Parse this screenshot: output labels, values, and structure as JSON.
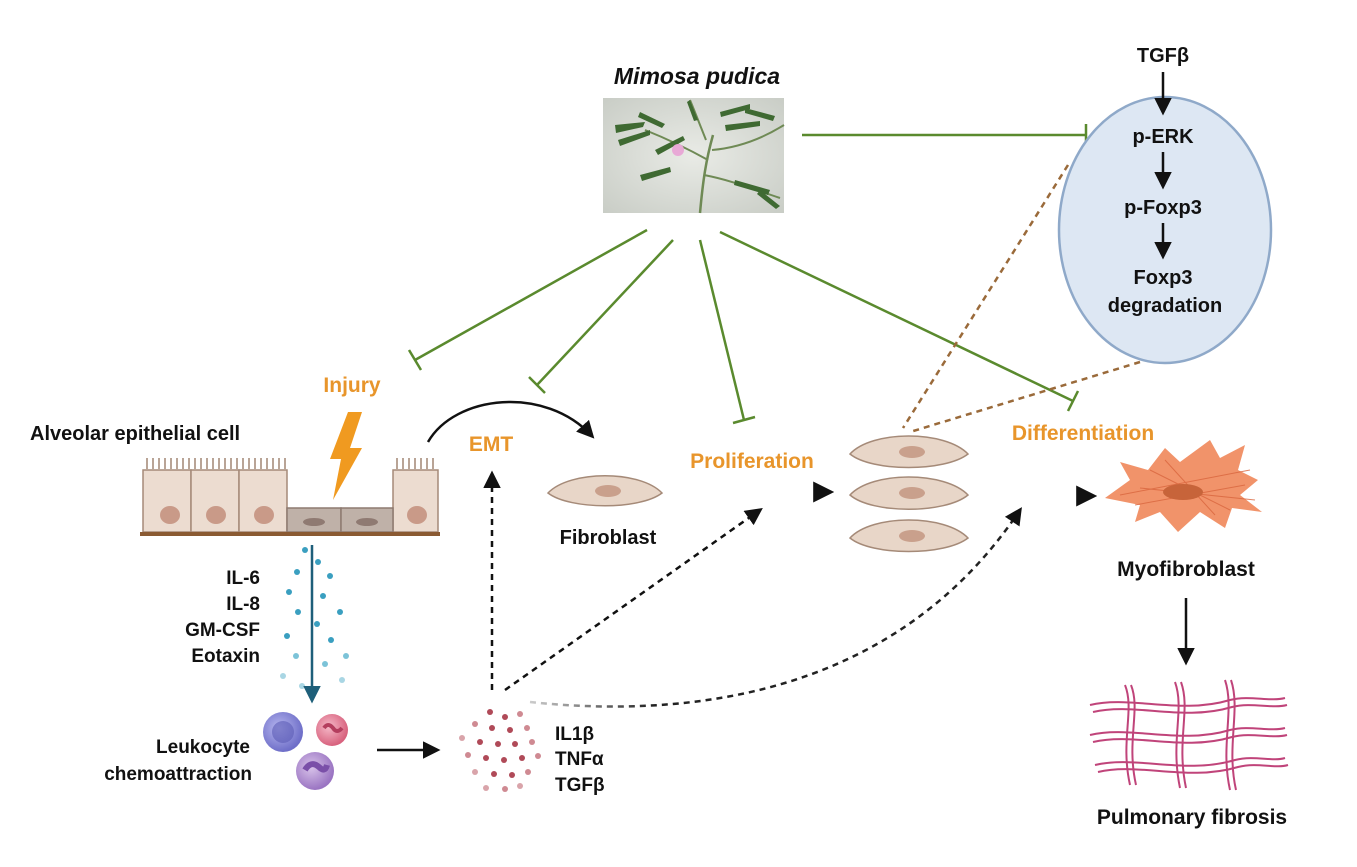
{
  "colors": {
    "inhibit_green": "#5a8a2e",
    "process_orange": "#e8952b",
    "ellipse_fill": "#dde7f3",
    "ellipse_stroke": "#8fa9c9",
    "cell_fill": "#e8d6c8",
    "cell_stroke": "#a58a78",
    "nucleus": "#c9a08c",
    "myofibroblast": "#f0875a",
    "brown_dotted": "#9a6a3a",
    "mesh": "#c0447a",
    "cytokine_blue": "#3a9fc0",
    "cytokine_red": "#b04a58"
  },
  "plant": {
    "title": "Mimosa pudica",
    "image_icon": "mimosa-plant-photo"
  },
  "pathway": {
    "input": "TGFβ",
    "step1": "p-ERK",
    "step2": "p-Foxp3",
    "step3_line1": "Foxp3",
    "step3_line2": "degradation"
  },
  "labels": {
    "alveolar": "Alveolar epithelial cell",
    "injury": "Injury",
    "emt": "EMT",
    "fibroblast": "Fibroblast",
    "proliferation": "Proliferation",
    "differentiation": "Differentiation",
    "myofibroblast": "Myofibroblast",
    "pulmonary_fibrosis": "Pulmonary fibrosis",
    "leukocyte_line1": "Leukocyte",
    "leukocyte_line2": "chemoattraction"
  },
  "cytokines_epithelial": [
    "IL-6",
    "IL-8",
    "GM-CSF",
    "Eotaxin"
  ],
  "cytokines_inflammatory": [
    "IL1β",
    "TNFα",
    "TGFβ"
  ]
}
